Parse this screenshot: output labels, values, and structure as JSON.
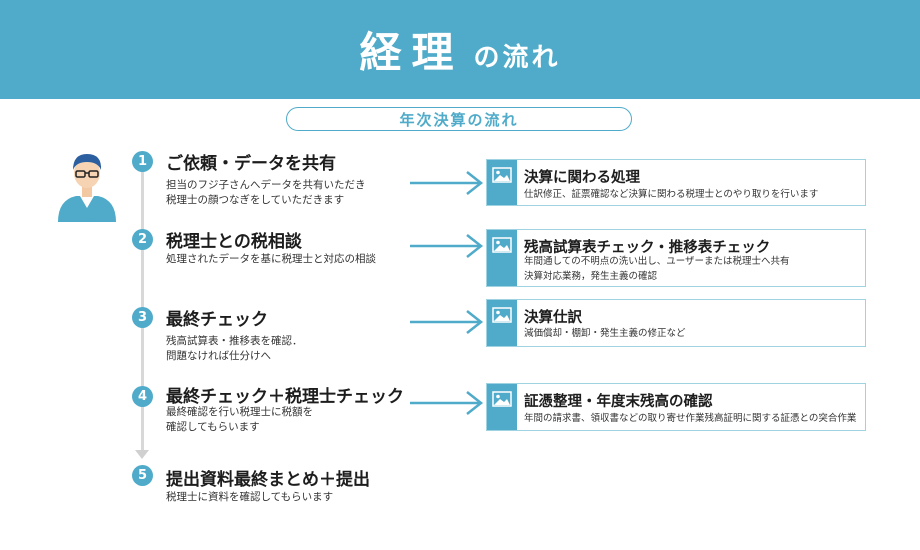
{
  "header": {
    "title_main": "経理",
    "title_sub": "の流れ",
    "color": "#4fabc9"
  },
  "subtitle": "年次決算の流れ",
  "user": {
    "label": "ユーザー",
    "icon": "user-avatar-icon"
  },
  "steps": [
    {
      "number": "1",
      "title": "ご依頼・データを共有",
      "desc": [
        "担当のフジ子さんへデータを共有いただき",
        "税理士の顔つなぎをしていただきます"
      ]
    },
    {
      "number": "2",
      "title": "税理士との税相談",
      "desc": [
        "処理されたデータを基に税理士と対応の相談"
      ]
    },
    {
      "number": "3",
      "title": "最終チェック",
      "desc": [
        "残高試算表・推移表を確認．",
        "問題なければ仕分けへ"
      ]
    },
    {
      "number": "4",
      "title": "最終チェック＋税理士チェック",
      "desc": [
        "最終確認を行い税理士に税額を",
        "確認してもらいます"
      ]
    },
    {
      "number": "5",
      "title": "提出資料最終まとめ＋提出",
      "desc": [
        "税理士に資料を確認してもらいます"
      ]
    }
  ],
  "cards": [
    {
      "title": "決算に関わる処理",
      "desc": [
        "仕訳修正、証票確認など決算に関わる税理士とのやり取りを行います"
      ]
    },
    {
      "title": "残高試算表チェック・推移表チェック",
      "desc": [
        "年間通しての不明点の洗い出し、ユーザーまたは税理士へ共有",
        "決算対応業務，発生主義の確認"
      ]
    },
    {
      "title": "決算仕訳",
      "desc": [
        "減価償却・棚卸・発生主義の修正など"
      ]
    },
    {
      "title": "証憑整理・年度末残高の確認",
      "desc": [
        "年間の請求書、領収書などの取り寄せ作業残高証明に関する証憑との突合作業"
      ]
    }
  ]
}
